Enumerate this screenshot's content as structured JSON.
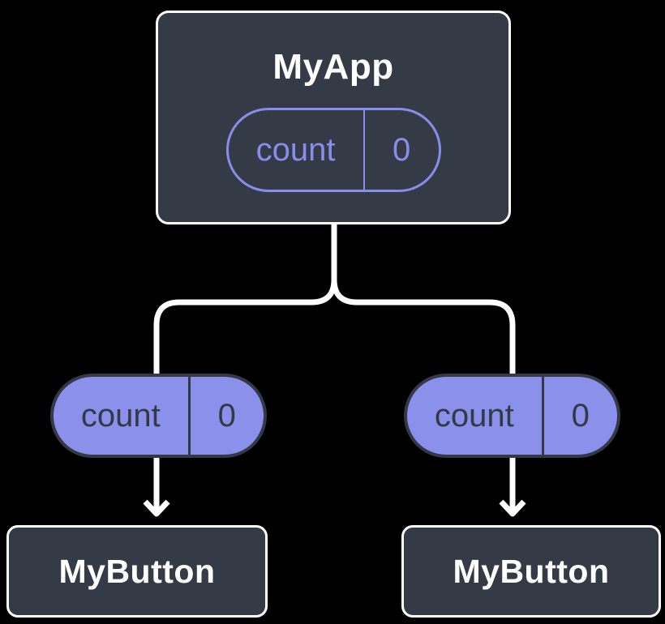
{
  "colors": {
    "background": "#000000",
    "node_fill": "#343a46",
    "node_border": "#ffffff",
    "node_text": "#ffffff",
    "connector": "#ffffff",
    "accent_purple_outline": "#868ee9",
    "pill_fill_purple": "#8b91ea",
    "pill_dark_text": "#333947"
  },
  "diagram": {
    "root": {
      "title": "MyApp",
      "state_pill": {
        "label": "count",
        "value": "0"
      }
    },
    "prop_pills": [
      {
        "label": "count",
        "value": "0"
      },
      {
        "label": "count",
        "value": "0"
      }
    ],
    "children": [
      {
        "title": "MyButton"
      },
      {
        "title": "MyButton"
      }
    ]
  }
}
